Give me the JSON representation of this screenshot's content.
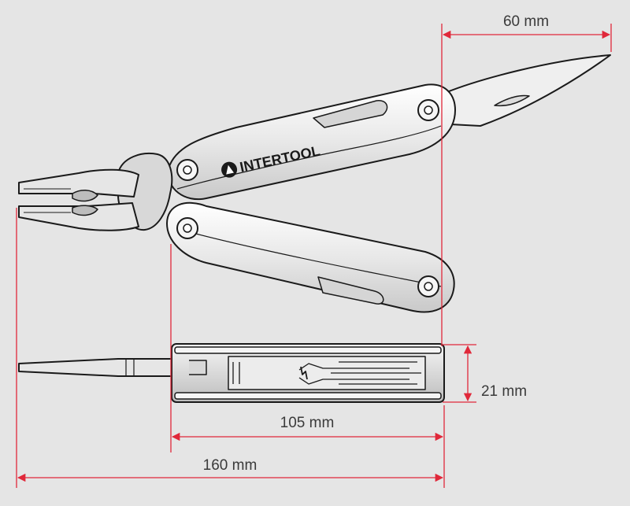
{
  "brand": {
    "name": "INTERTOOL"
  },
  "dimensions": {
    "blade_length": "60 mm",
    "thickness": "21 mm",
    "closed_length": "105 mm",
    "open_length": "160 mm"
  },
  "colors": {
    "background": "#e5e5e5",
    "dimension_line": "#e0283a",
    "outline": "#1a1a1a",
    "metal_light": "#f4f4f4",
    "metal_mid": "#cfcfcf"
  }
}
